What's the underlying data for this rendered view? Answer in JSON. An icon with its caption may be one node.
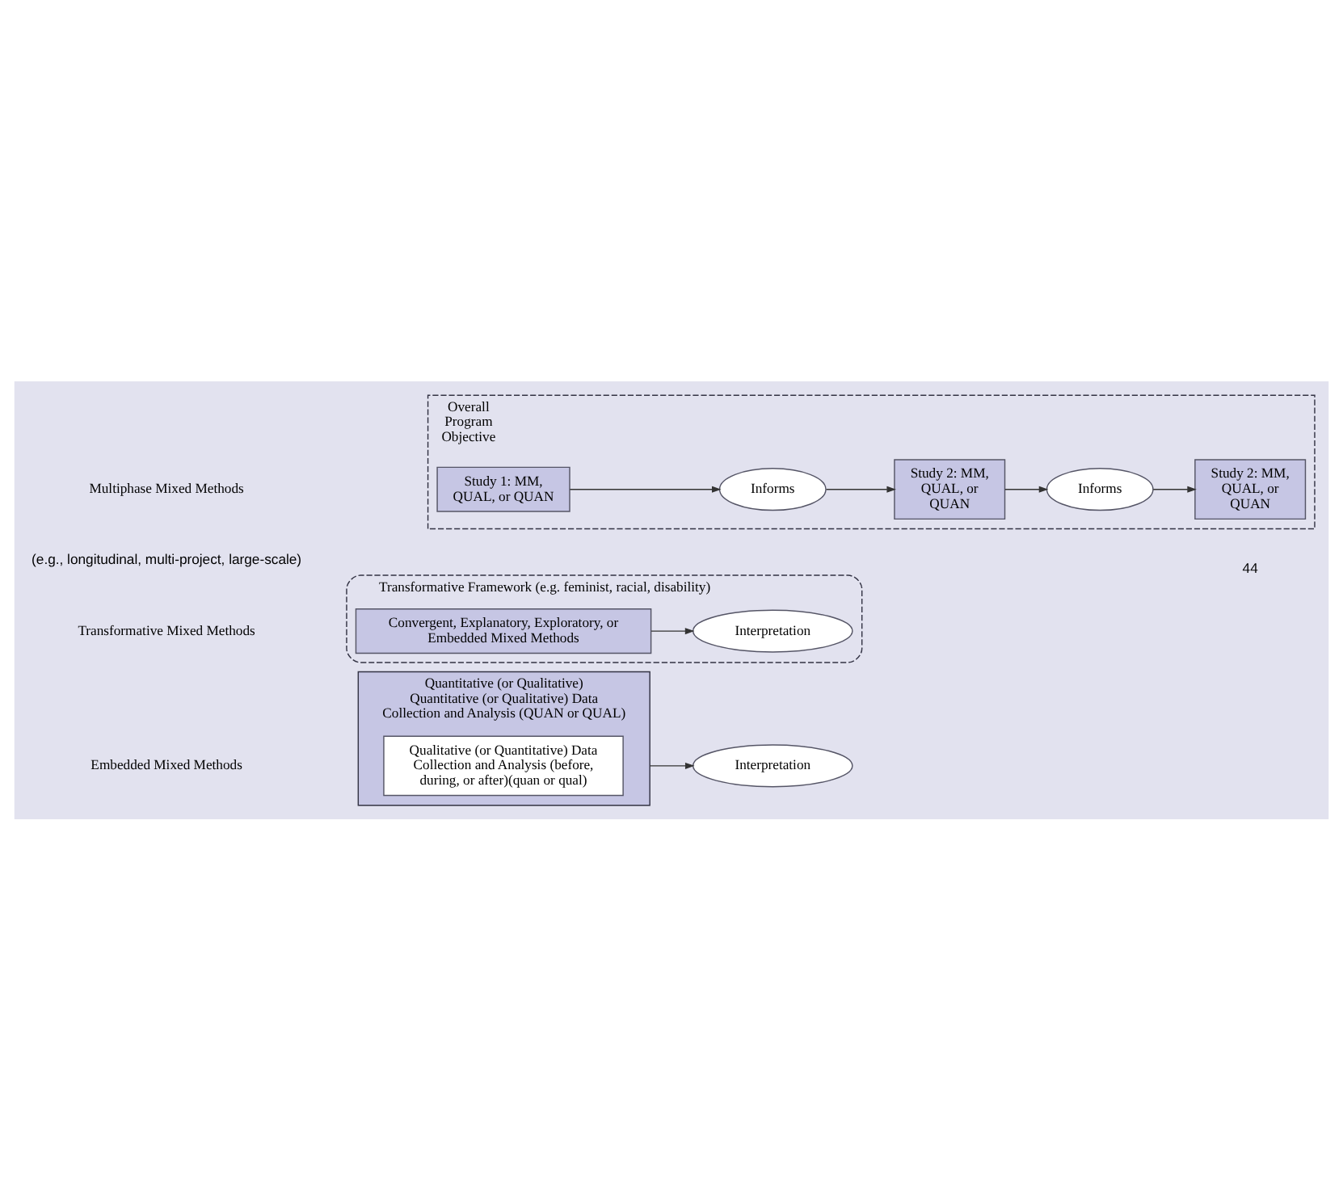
{
  "diagram": {
    "nodes": [
      {
        "text": [
          "Quantitative (or Qualitative) Quantitative (or Qualitative) Data Collection and Analysis (QUAN or QUAL)"
        ]
      },
      {
        "text": [
          "Qualitative (or Quantitative) Data Collection and Analysis (before, during, or after)(quan or qual)"
        ],
        "in": 0
      },
      {
        "text": [
          "Interpretation"
        ]
      },
      {
        "text": [
          "Transformative Framework (e.g. feminist, racial, disability)"
        ]
      },
      {
        "text": [
          "Convergent, Explanatory, Exploratory, or Embedded Mixed Methods"
        ],
        "in": 3
      },
      {
        "text": [
          "Interpretation"
        ],
        "in": 3
      },
      {
        "text": [
          "Overall Program Objective"
        ]
      },
      {
        "text": [
          "Study 1: MM, QUAL, or QUAN"
        ],
        "in": 6
      },
      {
        "text": [
          "Informs"
        ],
        "in": 6
      },
      {
        "text": [
          "Study 2: MM, QUAL, or QUAN"
        ],
        "in": 6
      },
      {
        "text": [
          "Informs"
        ],
        "in": 6
      },
      {
        "text": [
          "Study 2: MM, QUAL, or QUAN"
        ],
        "in": 6
      }
    ],
    "edges": [
      {
        "from": 0,
        "to": 2,
        "arrow": "to"
      },
      {
        "from": 4,
        "to": 5,
        "arrow": "to"
      },
      {
        "from": 7,
        "to": 8,
        "arrow": "to"
      },
      {
        "from": 8,
        "to": 9,
        "arrow": "to"
      },
      {
        "from": 9,
        "to": 10,
        "arrow": "to"
      },
      {
        "from": 10,
        "to": 11,
        "arrow": "to"
      }
    ],
    "labels": [
      "Embedded Mixed Methods",
      "Transformative Mixed Methods",
      "Multiphase Mixed Methods",
      "(e.g., longitudinal, multi-project, large-scale)",
      "44"
    ]
  }
}
